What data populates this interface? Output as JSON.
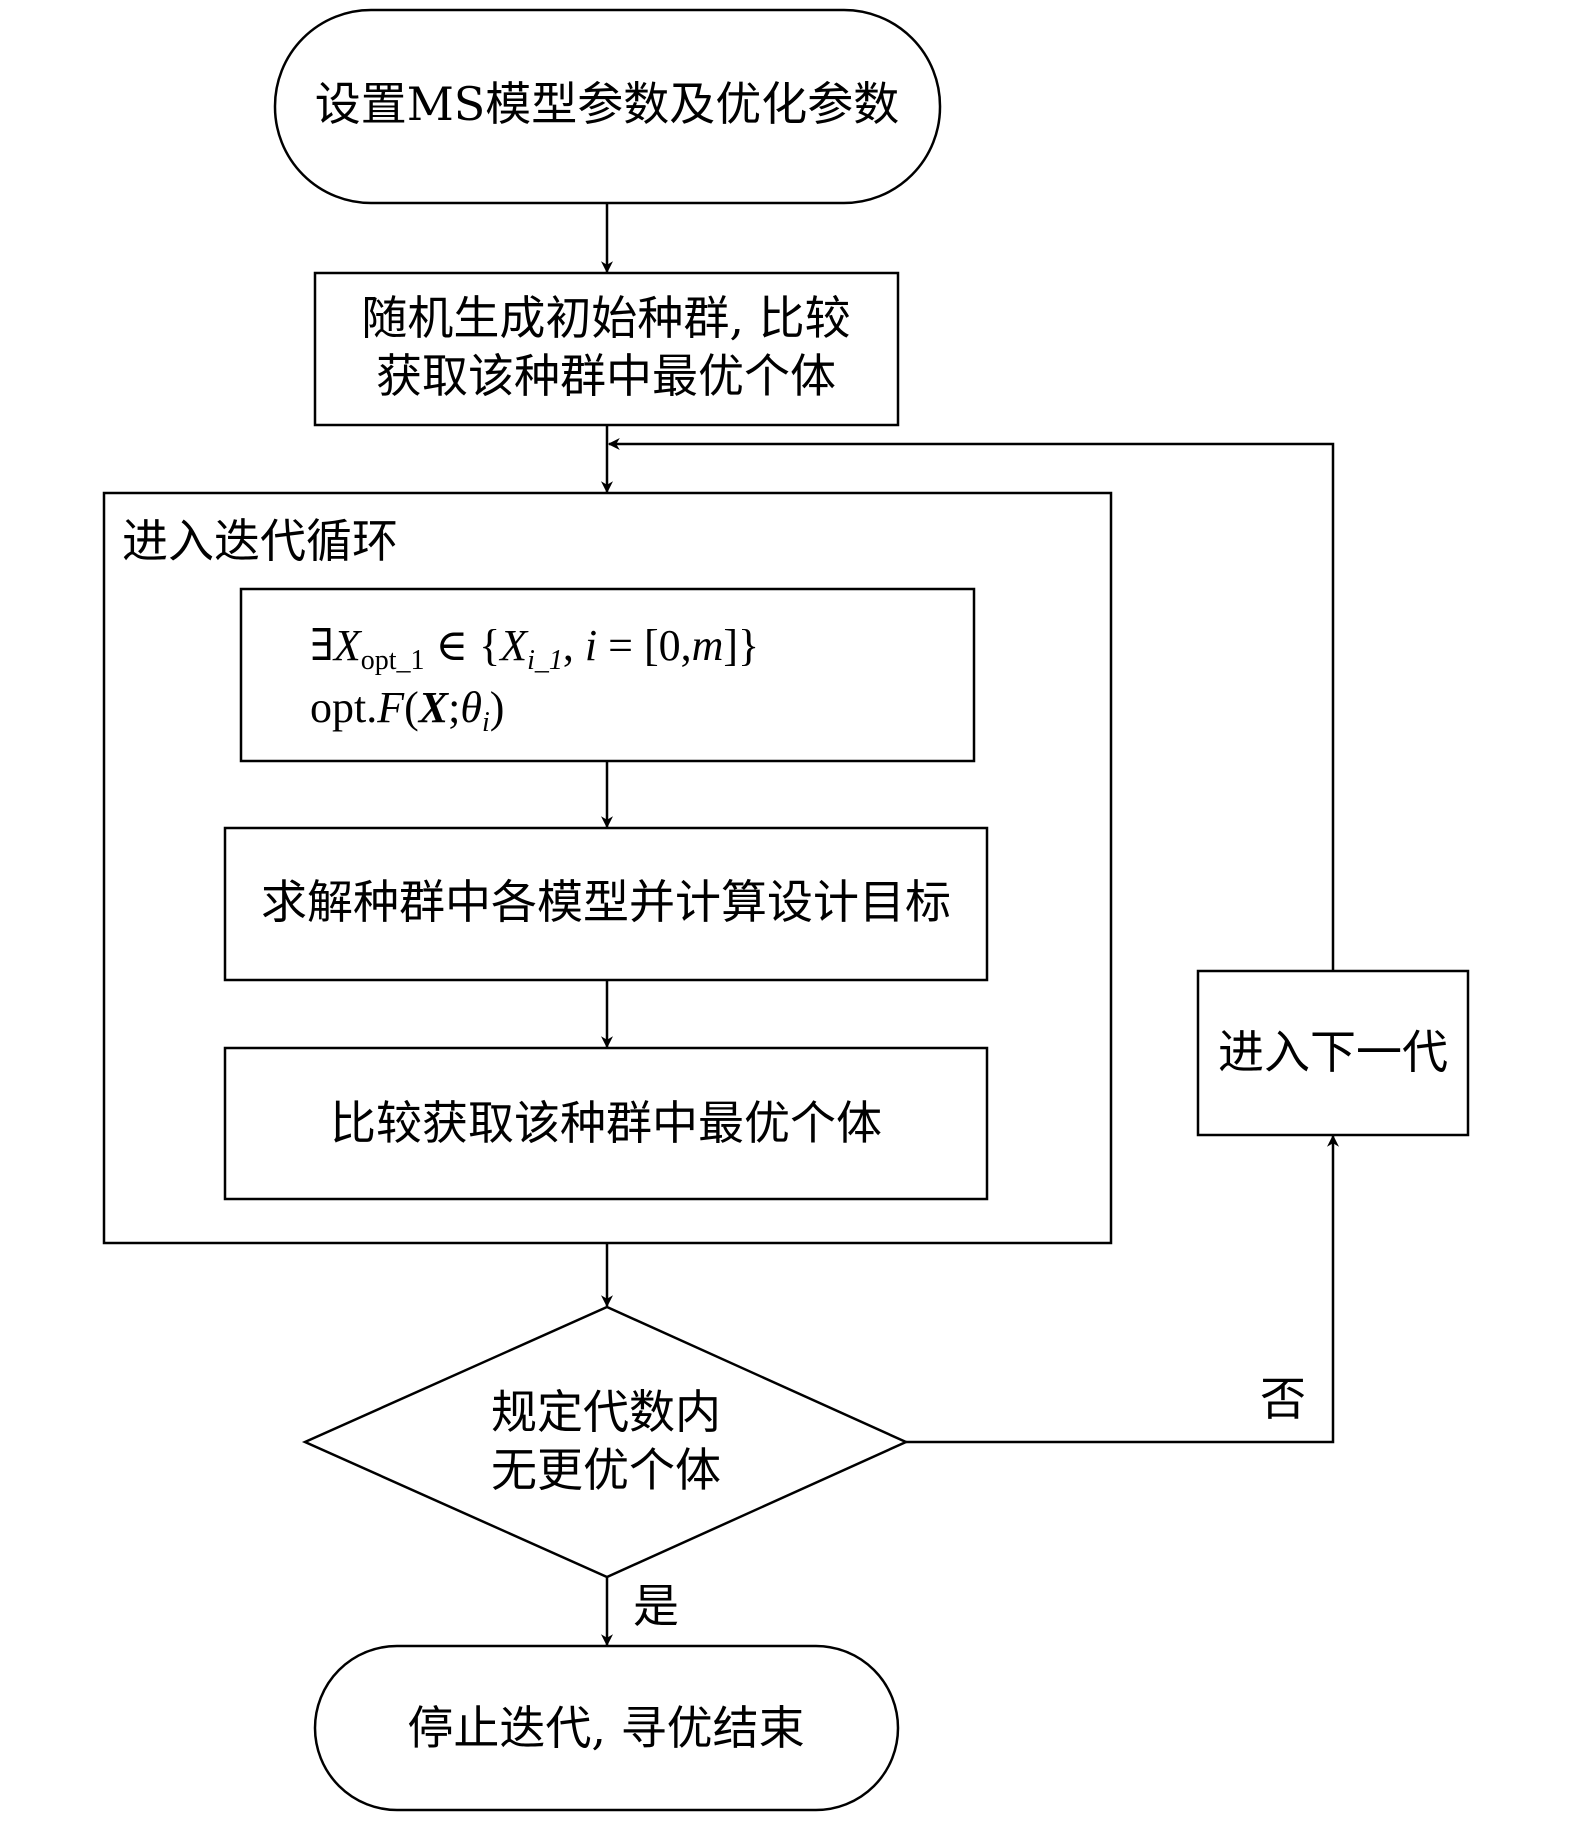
{
  "nodes": {
    "start": {
      "label": "设置MS模型参数及优化参数"
    },
    "init": {
      "lines": [
        "随机生成初始种群, 比较",
        "获取该种群中最优个体"
      ]
    },
    "loop": {
      "label": "进入迭代循环"
    },
    "formula": {
      "line1": {
        "exists": "∃",
        "var": "X",
        "sub": "opt_1",
        "in": " ∈ {",
        "var2": "X",
        "sub2": "i_1",
        "comma": ", ",
        "idx": "i",
        "eq": " = [0,",
        "m": "m",
        "close": "]}"
      },
      "line2": {
        "opt": "opt.",
        "F": "F",
        "lp": "(",
        "X": "X",
        "semi": ";",
        "theta": "θ",
        "i": "i",
        "rp": ")"
      }
    },
    "solve": {
      "label": "求解种群中各模型并计算设计目标"
    },
    "compare": {
      "label": "比较获取该种群中最优个体"
    },
    "next": {
      "label": "进入下一代"
    },
    "decision": {
      "lines": [
        "规定代数内",
        "无更优个体"
      ]
    },
    "end": {
      "label": "停止迭代, 寻优结束"
    }
  },
  "edges": {
    "no_label": "否",
    "yes_label": "是"
  }
}
